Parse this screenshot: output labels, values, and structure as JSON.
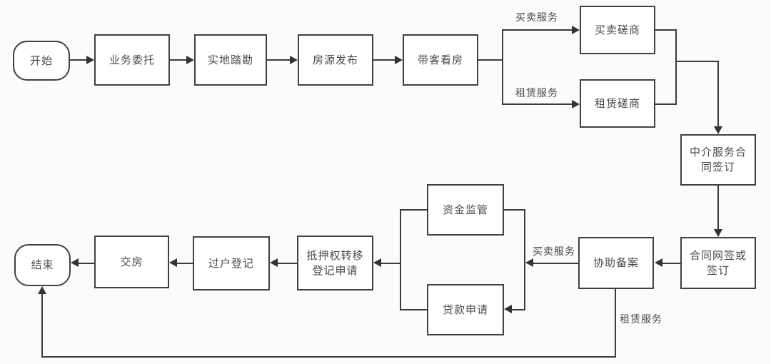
{
  "diagram": {
    "type": "flowchart",
    "colors": {
      "background": "#fbfbfa",
      "line": "#3b3b3b",
      "box_border": "#414141",
      "box_fill": "#ffffff",
      "text": "#4a4a4a"
    },
    "nodes": {
      "start": {
        "label": "开始",
        "shape": "terminator"
      },
      "consign": {
        "label": "业务委托",
        "shape": "process"
      },
      "survey": {
        "label": "实地踏勘",
        "shape": "process"
      },
      "publish": {
        "label": "房源发布",
        "shape": "process"
      },
      "showing": {
        "label": "带客看房",
        "shape": "process"
      },
      "sale_negotiation": {
        "label": "买卖磋商",
        "shape": "process"
      },
      "rent_negotiation": {
        "label": "租赁磋商",
        "shape": "process"
      },
      "agency_contract": {
        "label": "中介服务合同签订",
        "shape": "process"
      },
      "contract_sign": {
        "label": "合同网签或签订",
        "shape": "process"
      },
      "assist_record": {
        "label": "协助备案",
        "shape": "process"
      },
      "fund_supervision": {
        "label": "资金监管",
        "shape": "process"
      },
      "loan_application": {
        "label": "贷款申请",
        "shape": "process"
      },
      "mortgage_transfer": {
        "label": "抵押权转移登记申请",
        "shape": "process"
      },
      "ownership_transfer": {
        "label": "过户登记",
        "shape": "process"
      },
      "handover": {
        "label": "交房",
        "shape": "process"
      },
      "end": {
        "label": "结束",
        "shape": "terminator"
      }
    },
    "edge_labels": {
      "branch_sale": "买卖服务",
      "branch_rent": "租赁服务",
      "record_sale": "买卖服务",
      "record_rent": "租赁服务"
    },
    "edges": [
      {
        "from": "开始",
        "to": "业务委托"
      },
      {
        "from": "业务委托",
        "to": "实地踏勘"
      },
      {
        "from": "实地踏勘",
        "to": "房源发布"
      },
      {
        "from": "房源发布",
        "to": "带客看房"
      },
      {
        "from": "带客看房",
        "to": "买卖磋商",
        "label": "买卖服务"
      },
      {
        "from": "带客看房",
        "to": "租赁磋商",
        "label": "租赁服务"
      },
      {
        "from": "买卖磋商",
        "to": "中介服务合同签订"
      },
      {
        "from": "租赁磋商",
        "to": "中介服务合同签订"
      },
      {
        "from": "中介服务合同签订",
        "to": "合同网签或签订"
      },
      {
        "from": "合同网签或签订",
        "to": "协助备案"
      },
      {
        "from": "协助备案",
        "to": "资金监管",
        "label": "买卖服务"
      },
      {
        "from": "协助备案",
        "to": "贷款申请",
        "label": "买卖服务"
      },
      {
        "from": "资金监管",
        "to": "抵押权转移登记申请"
      },
      {
        "from": "贷款申请",
        "to": "抵押权转移登记申请"
      },
      {
        "from": "抵押权转移登记申请",
        "to": "过户登记"
      },
      {
        "from": "过户登记",
        "to": "交房"
      },
      {
        "from": "交房",
        "to": "结束"
      },
      {
        "from": "协助备案",
        "to": "结束",
        "label": "租赁服务"
      }
    ]
  }
}
